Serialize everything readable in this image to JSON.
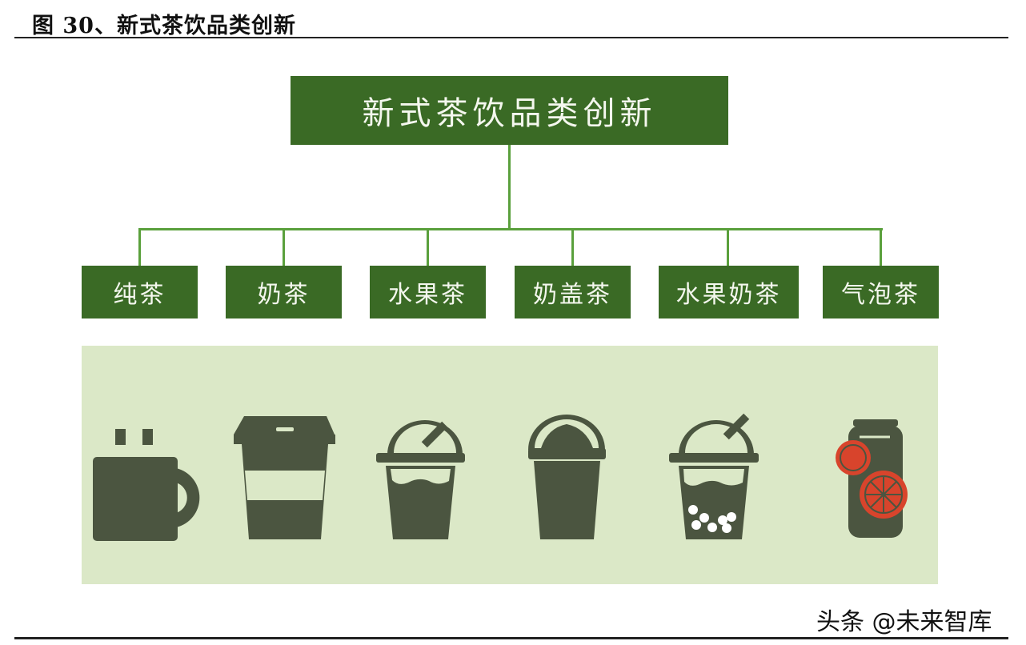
{
  "figure": {
    "title": "图 30、新式茶饮品类创新"
  },
  "diagram": {
    "root": "新式茶饮品类创新",
    "categories": [
      {
        "label": "纯茶",
        "icon": "mug-icon"
      },
      {
        "label": "奶茶",
        "icon": "paper-cup-icon"
      },
      {
        "label": "水果茶",
        "icon": "dome-cup-straw-icon"
      },
      {
        "label": "奶盖茶",
        "icon": "foam-cup-icon"
      },
      {
        "label": "水果奶茶",
        "icon": "bubble-tea-cup-icon"
      },
      {
        "label": "气泡茶",
        "icon": "fruit-can-icon"
      }
    ]
  },
  "colors": {
    "box": "#3a6a25",
    "connector": "#5aa03c",
    "panel": "#dbe8c7",
    "icon": "#4b5540",
    "orange": "#d8442c"
  },
  "watermark": "头条 @未来智库"
}
